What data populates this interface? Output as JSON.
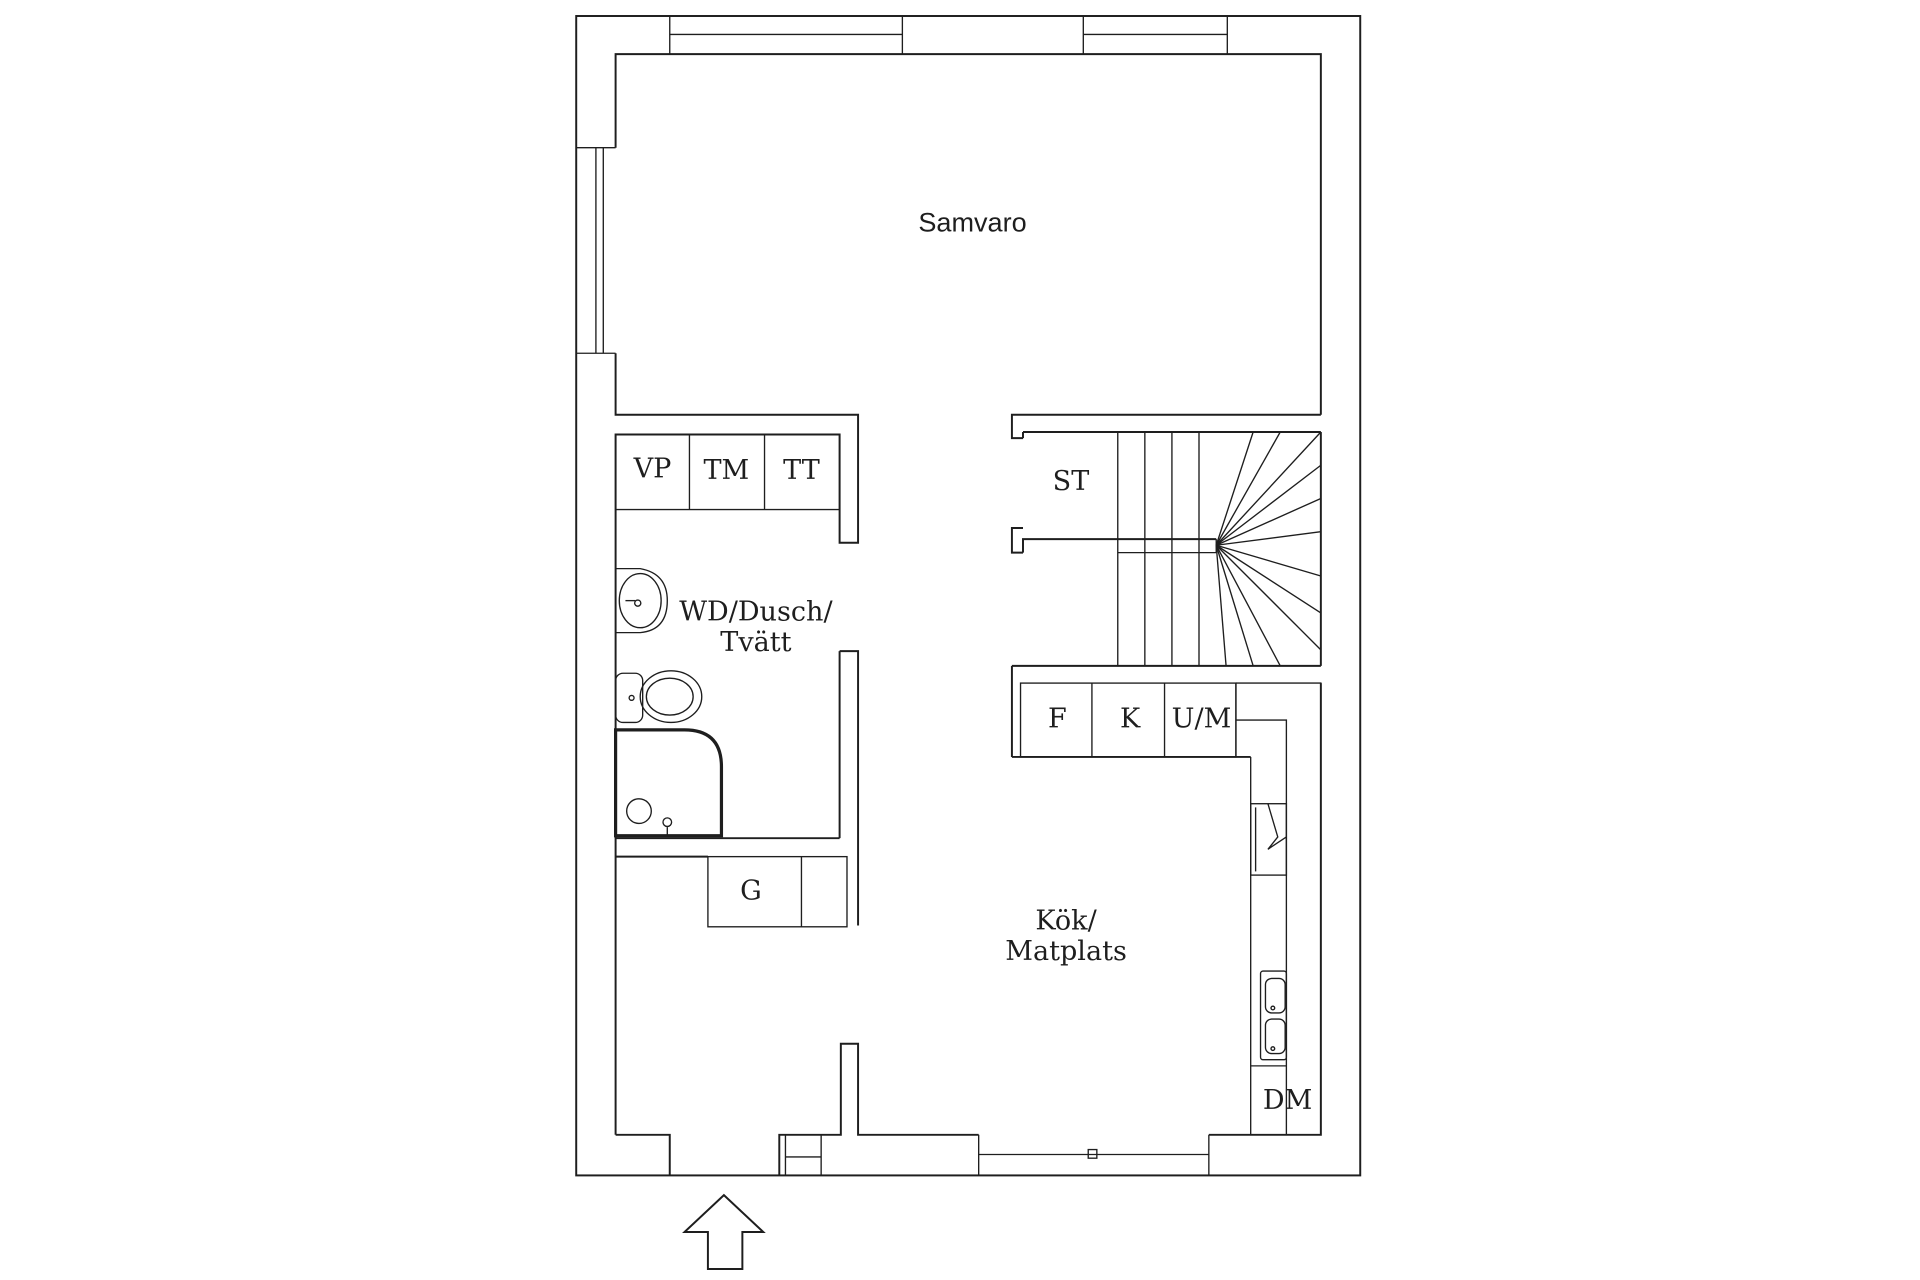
{
  "rooms": {
    "samvaro": "Samvaro",
    "wd_line1": "WD/Dusch/",
    "wd_line2": "Tvätt",
    "kok_line1": "Kök/",
    "kok_line2": "Matplats"
  },
  "fixtures": {
    "vp": "VP",
    "tm": "TM",
    "tt": "TT",
    "st": "ST",
    "f": "F",
    "k": "K",
    "um": "U/M",
    "g": "G",
    "dm": "DM"
  }
}
